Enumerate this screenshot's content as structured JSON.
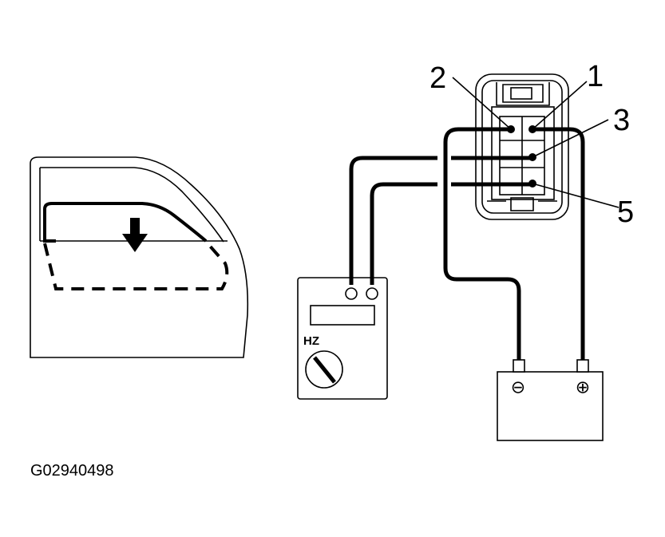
{
  "connector": {
    "pins": [
      "1",
      "2",
      "3",
      "5"
    ]
  },
  "meter": {
    "label": "HZ"
  },
  "battery": {
    "negative_symbol": "⊖",
    "positive_symbol": "⊕"
  },
  "figure_id": "G02940498",
  "icons": {
    "door_arrow": "arrow-down-icon",
    "meter_dial": "dial-icon"
  }
}
